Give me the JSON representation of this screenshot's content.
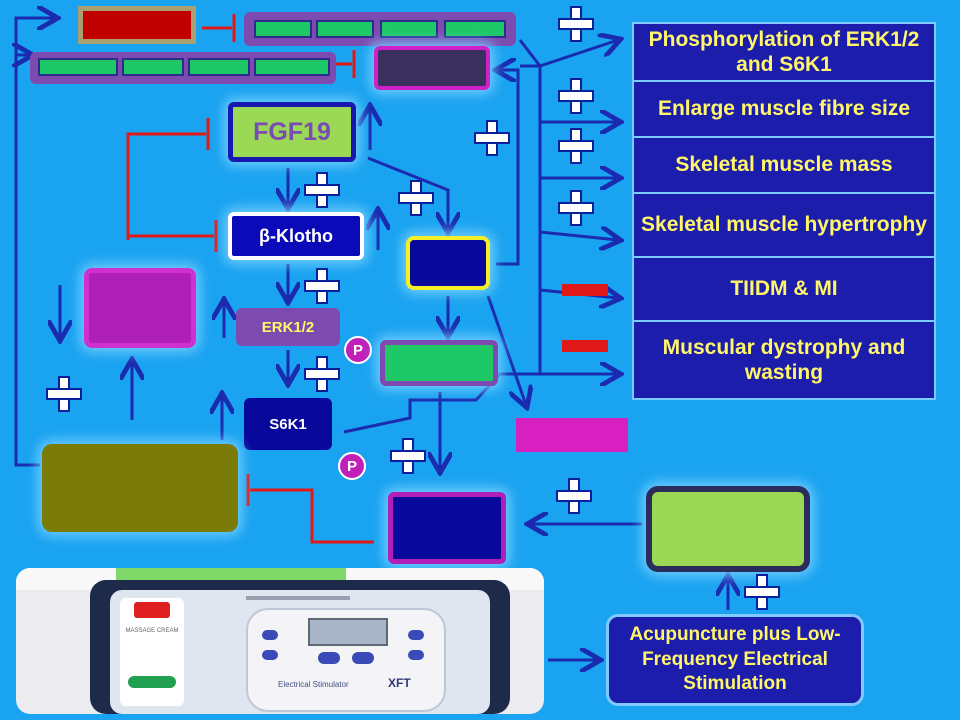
{
  "nodes": {
    "fgf19": "FGF19",
    "klotho": "β-Klotho",
    "erk": "ERK1/2",
    "s6k1": "S6K1",
    "phospho_erk": "P",
    "phospho_s6k1": "P"
  },
  "outcomes": [
    "Phosphorylation of ERK1/2 and S6K1",
    "Enlarge muscle fibre size",
    "Skeletal muscle mass",
    "Skeletal muscle hypertrophy",
    "TIIDM & MI",
    "Muscular dystrophy and wasting"
  ],
  "intervention": "Acupuncture plus Low-Frequency Electrical Stimulation",
  "photo": {
    "brand": "XFT",
    "tube_label": "MASSAGE CREAM",
    "device_label": "Electrical Stimulator"
  },
  "colors": {
    "background": "#1aa3f0",
    "arrow": "#1a2bb0",
    "inhibit": "#e01818",
    "outcome_fill": "#1d1dab",
    "outcome_text": "#fff66a",
    "fgf19_fill": "#9ad855",
    "fgf19_text": "#7a4bb5",
    "magenta": "#c020b8",
    "olive": "#7b7b0a",
    "navy": "#08089a",
    "green": "#1fc866",
    "red_bar": "#c00000"
  }
}
